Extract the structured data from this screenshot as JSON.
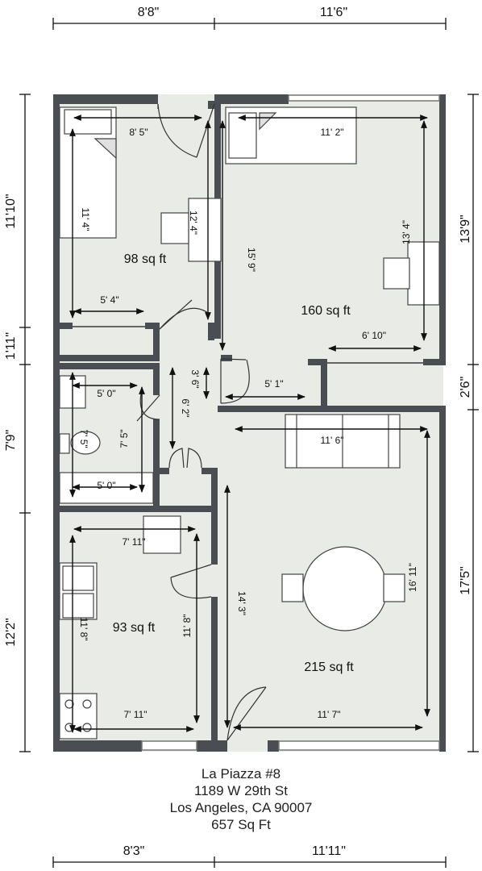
{
  "outer_dimensions": {
    "top": [
      "8'8\"",
      "11'6\""
    ],
    "bottom": [
      "8'3\"",
      "11'11\""
    ],
    "left": [
      "11'10\"",
      "1'11\"",
      "7'9\"",
      "12'2\""
    ],
    "right": [
      "13'9\"",
      "2'6\"",
      "17'5\""
    ]
  },
  "rooms": {
    "bedroom1": {
      "area": "98 sq ft",
      "width": "8' 5\"",
      "length": "11' 4\"",
      "desk_depth": "12' 4\"",
      "closet": "5' 4\""
    },
    "bedroom2": {
      "area": "160 sq ft",
      "width": "11' 2\"",
      "length": "15' 9\"",
      "desk_depth": "13' 4\"",
      "closet": "6' 10\""
    },
    "hallway": {
      "length": "6' 2\"",
      "width": "3' 6\"",
      "door_width": "5' 1\""
    },
    "bathroom": {
      "width_top": "5' 0\"",
      "width_bottom": "5' 0\"",
      "depth": "7' 5\"",
      "depth_inner": "7' 5\""
    },
    "kitchen": {
      "area": "93 sq ft",
      "width_top": "7' 11\"",
      "width_bottom": "7' 11\"",
      "length": "11' 8\"",
      "length_inner": "11' 8\""
    },
    "living": {
      "area": "215 sq ft",
      "width_top": "11' 6\"",
      "width_bottom": "11' 7\"",
      "length": "14' 3\"",
      "length_right": "16' 11\""
    }
  },
  "caption": {
    "name": "La Piazza #8",
    "street": "1189 W 29th St",
    "city": "Los Angeles, CA 90007",
    "total": "657 Sq Ft"
  },
  "colors": {
    "wall": "#4a4d52",
    "floor": "#e9ebe6",
    "dimension": "#111111"
  }
}
